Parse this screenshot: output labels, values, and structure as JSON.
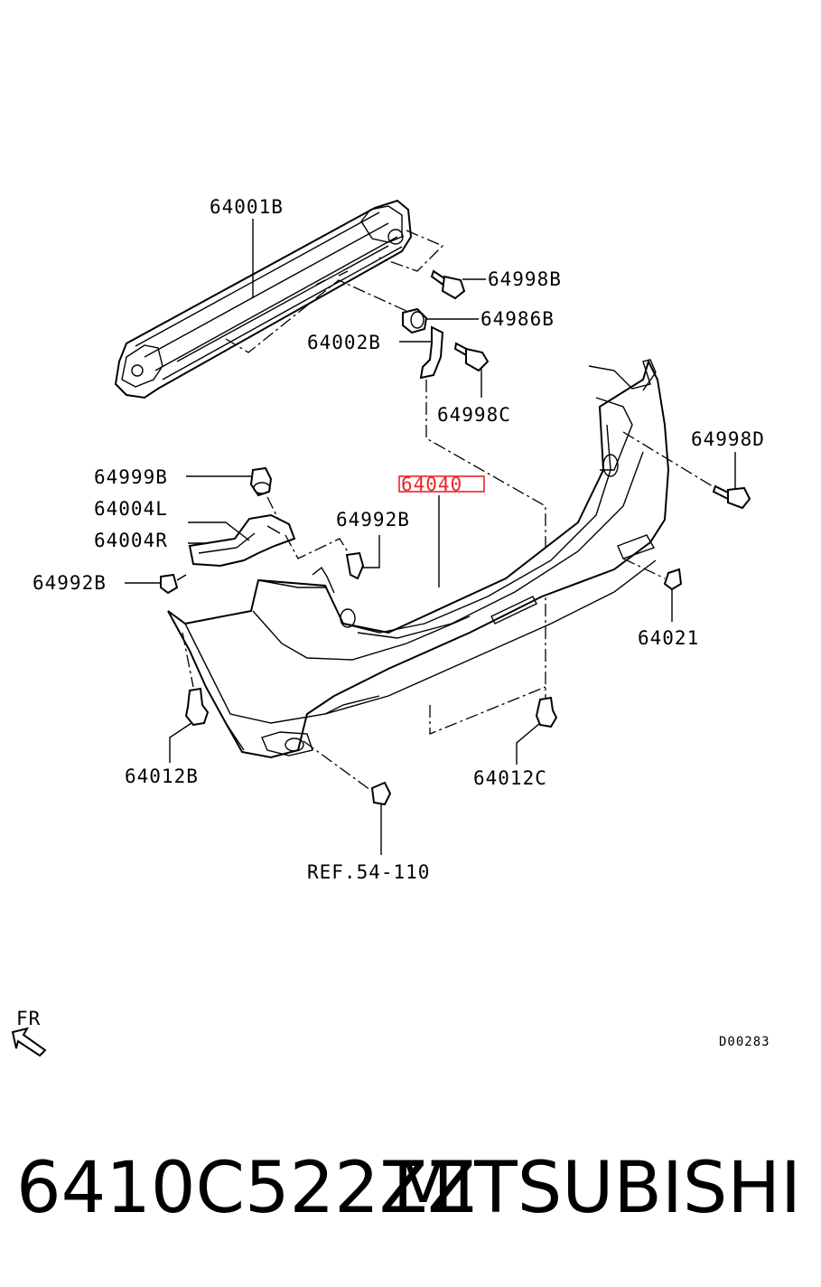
{
  "callouts": {
    "c64001B": "64001B",
    "c64998B": "64998B",
    "c64986B": "64986B",
    "c64002B": "64002B",
    "c64998C": "64998C",
    "c64998D": "64998D",
    "c64999B": "64999B",
    "c64040": "64040",
    "c64004L": "64004L",
    "c64992B_right": "64992B",
    "c64004R": "64004R",
    "c64992B_left": "64992B",
    "c64021": "64021",
    "c64012B": "64012B",
    "c64012C": "64012C",
    "ref": "REF.54-110"
  },
  "orientation_label": "FR",
  "diagram_code": "D00283",
  "footer": {
    "part_number": "6410C522ZZ",
    "brand": "MITSUBISHI"
  },
  "highlight_color": "#e8262b"
}
